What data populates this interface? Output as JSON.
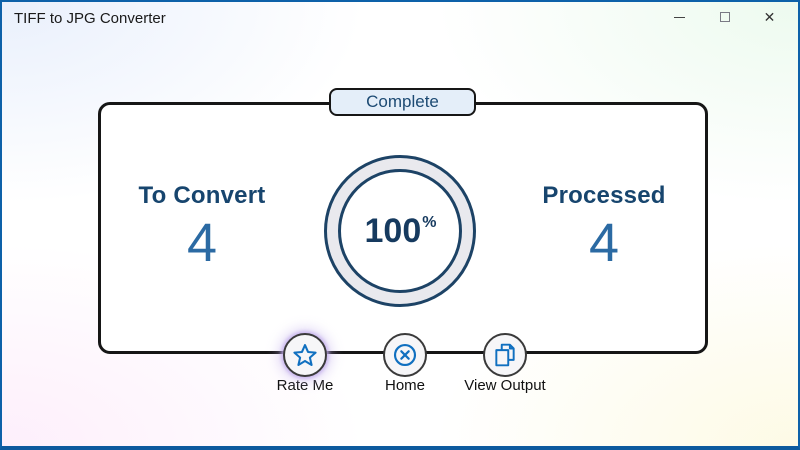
{
  "window": {
    "title": "TIFF to JPG Converter",
    "controls": {
      "minimize": "minimize-icon",
      "maximize": "maximize-icon",
      "close": "close-icon"
    }
  },
  "badge": {
    "label": "Complete"
  },
  "stats": {
    "to_convert": {
      "label": "To Convert",
      "value": "4"
    },
    "processed": {
      "label": "Processed",
      "value": "4"
    }
  },
  "progress": {
    "percent": "100",
    "unit": "%"
  },
  "actions": {
    "rate": {
      "label": "Rate Me",
      "icon": "star-icon"
    },
    "home": {
      "label": "Home",
      "icon": "circle-x-icon"
    },
    "output": {
      "label": "View Output",
      "icon": "copy-pages-icon"
    }
  },
  "colors": {
    "window_border": "#0d61a9",
    "panel_border": "#161616",
    "navy_text": "#17456e",
    "value_blue": "#2b6aa3",
    "icon_blue": "#1070c0",
    "badge_fill": "#e4eef9",
    "ring_band": "#e9e9ee"
  }
}
